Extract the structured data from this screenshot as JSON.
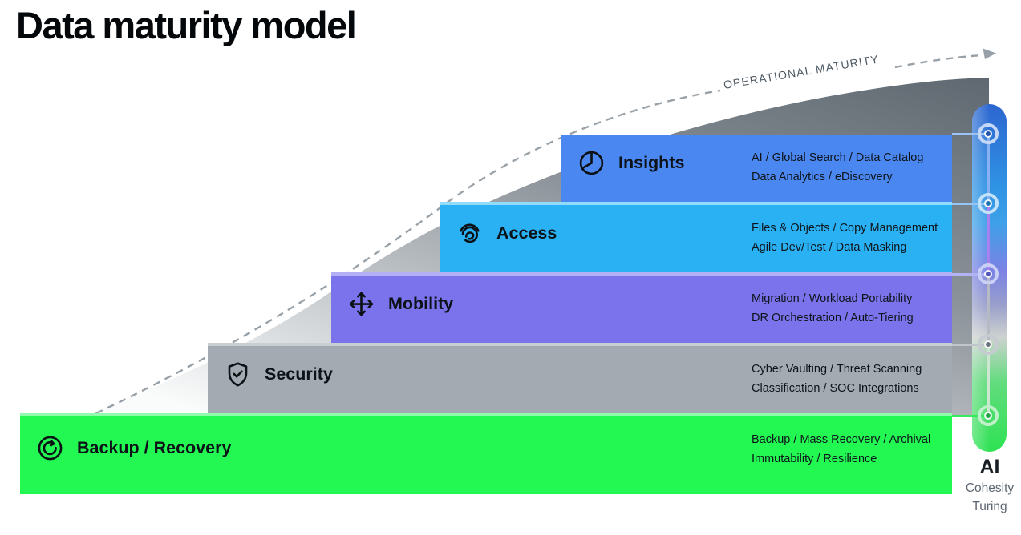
{
  "title": "Data maturity model",
  "operational_maturity_label": "OPERATIONAL MATURITY",
  "bars": [
    {
      "label": "Insights",
      "icon": "pie-chart-icon",
      "color": "#4b87f0",
      "edge_color": "",
      "connector_color": "#9dc3f5",
      "node_ring": "#c5d8f7",
      "node_dot": "#2153aa",
      "details": [
        "AI / Global Search / Data Catalog",
        "Data Analytics / eDiscovery"
      ]
    },
    {
      "label": "Access",
      "icon": "fingerprint-icon",
      "color": "#29b1f4",
      "edge_color": "#90dcfa",
      "connector_color": "#93c6f2",
      "node_ring": "#c2e2f7",
      "node_dot": "#1d74b5",
      "details": [
        "Files & Objects / Copy Management",
        "Agile Dev/Test / Data Masking"
      ]
    },
    {
      "label": "Mobility",
      "icon": "move-arrows-icon",
      "color": "#7a73eb",
      "edge_color": "#b2aff5",
      "connector_color": "#b2b3f5",
      "node_ring": "#c9cff5",
      "node_dot": "#5356bb",
      "details": [
        "Migration / Workload Portability",
        "DR Orchestration / Auto-Tiering"
      ]
    },
    {
      "label": "Security",
      "icon": "shield-check-icon",
      "color": "#a3aab2",
      "edge_color": "#c9ced3",
      "connector_color": "#bfc5ca",
      "node_ring": "#c6cbd1",
      "node_dot": "#6b7380",
      "details": [
        "Cyber Vaulting / Threat Scanning",
        "Classification / SOC Integrations"
      ]
    },
    {
      "label": "Backup / Recovery",
      "icon": "restore-icon",
      "color": "#23f852",
      "edge_color": "#90fbaa",
      "connector_color": "#36e95e",
      "node_ring": "#bef0ca",
      "node_dot": "#21a347",
      "details": [
        "Backup / Mass Recovery / Archival",
        "Immutability / Resilience"
      ]
    }
  ],
  "rail": {
    "label": "AI",
    "sublabel_lines": [
      "Cohesity",
      "Turing"
    ],
    "segment_colors": [
      "#87b1f2",
      "#a781ef",
      "#b5bac5",
      "#cde6d1"
    ],
    "pill_gradient": [
      "#2d66d0",
      "#2f93e4",
      "#3da0e8",
      "#7b82e4",
      "#9aa0cb",
      "#ced2d0",
      "#62dc7e",
      "#2ee253"
    ]
  },
  "background": {
    "mountain_dark": "#5f6870",
    "mountain_light": "#fafbfb",
    "dash_color": "#99a1a8",
    "arrow_label_color": "#4e5963"
  }
}
